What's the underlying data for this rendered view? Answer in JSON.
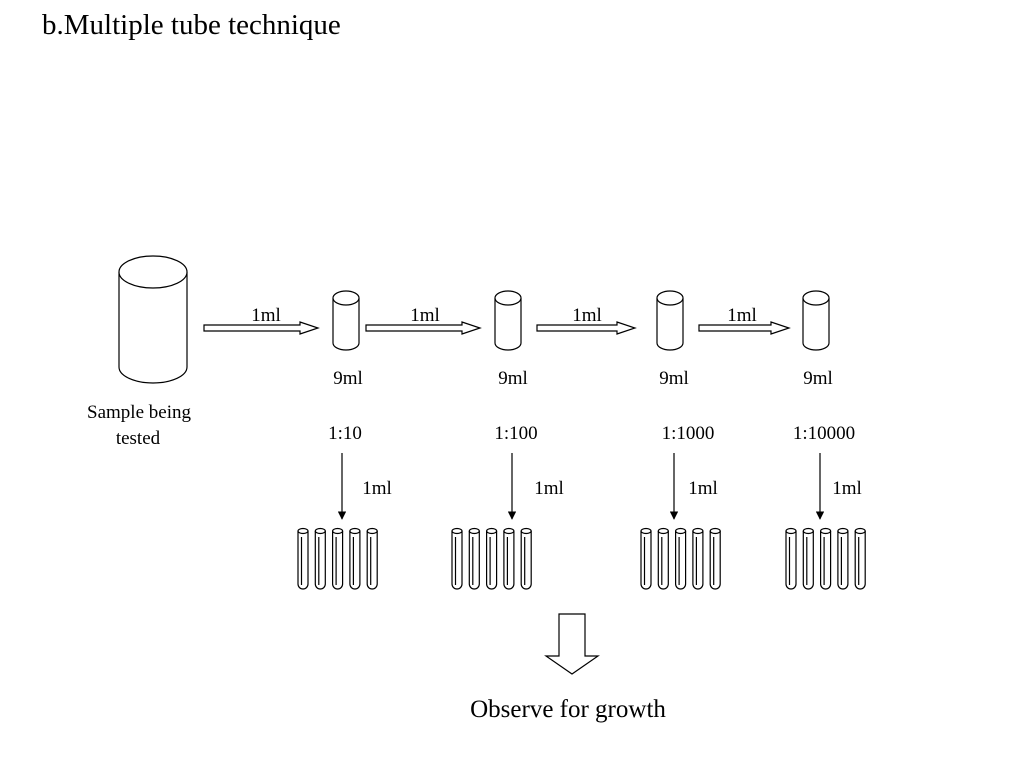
{
  "title": "b.Multiple tube technique",
  "sample": {
    "label_line1": "Sample being",
    "label_line2": "tested"
  },
  "transfers": [
    "1ml",
    "1ml",
    "1ml",
    "1ml"
  ],
  "stages": [
    {
      "volume": "9ml",
      "dilution": "1:10",
      "inoculum": "1ml",
      "tube_count": 5
    },
    {
      "volume": "9ml",
      "dilution": "1:100",
      "inoculum": "1ml",
      "tube_count": 5
    },
    {
      "volume": "9ml",
      "dilution": "1:1000",
      "inoculum": "1ml",
      "tube_count": 5
    },
    {
      "volume": "9ml",
      "dilution": "1:10000",
      "inoculum": "1ml",
      "tube_count": 5
    }
  ],
  "result": "Observe for growth"
}
